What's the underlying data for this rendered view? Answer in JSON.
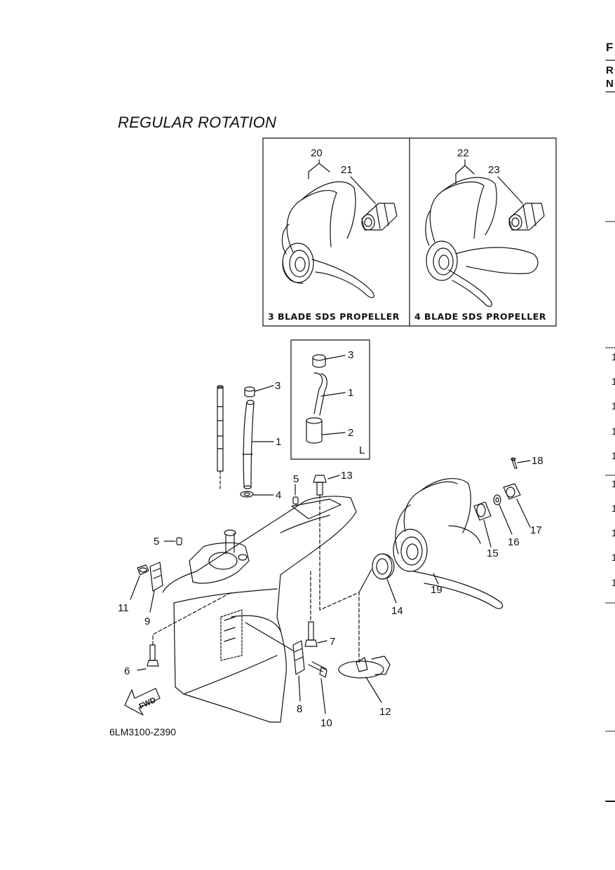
{
  "title": "REGULAR ROTATION",
  "figure_code": "6LM3100-Z390",
  "insets": {
    "three_blade": {
      "caption": "3 BLADE SDS PROPELLER",
      "callouts": [
        "20",
        "21"
      ]
    },
    "four_blade": {
      "caption": "4 BLADE SDS PROPELLER",
      "callouts": [
        "22",
        "23"
      ]
    },
    "detail_l": {
      "label": "L",
      "callouts": [
        "3",
        "1",
        "2"
      ]
    }
  },
  "callouts": {
    "c1": "1",
    "c3": "3",
    "c4": "4",
    "c5a": "5",
    "c5b": "5",
    "c6": "6",
    "c7": "7",
    "c8": "8",
    "c9": "9",
    "c10": "10",
    "c11": "11",
    "c12": "12",
    "c13": "13",
    "c14": "14",
    "c15": "15",
    "c16": "16",
    "c17": "17",
    "c18": "18",
    "c19": "19"
  },
  "fwd_label": "FWD",
  "right_edge": {
    "header": [
      "F",
      "R",
      "N"
    ],
    "numbers": [
      "1",
      "1",
      "1",
      "1",
      "1",
      "1",
      "1",
      "1",
      "1",
      "1"
    ]
  }
}
